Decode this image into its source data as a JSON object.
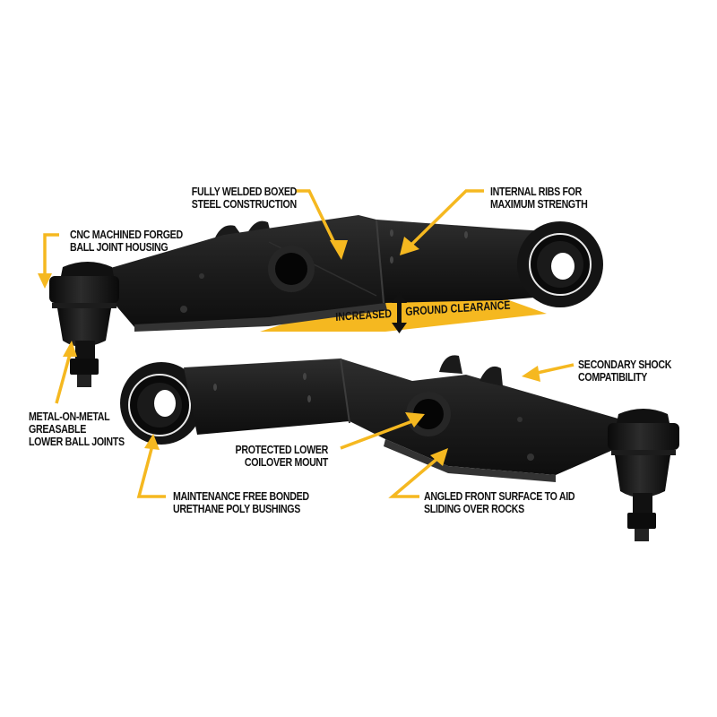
{
  "colors": {
    "accent_yellow": "#F5B820",
    "arm_black": "#1a1a1a",
    "arm_highlight": "#3a3a3a",
    "text": "#111111",
    "background": "#ffffff"
  },
  "callouts": [
    {
      "id": "fully-welded",
      "lines": [
        "FULLY WELDED BOXED",
        "STEEL CONSTRUCTION"
      ]
    },
    {
      "id": "internal-ribs",
      "lines": [
        "INTERNAL RIBS FOR",
        "MAXIMUM STRENGTH"
      ]
    },
    {
      "id": "cnc-machined",
      "lines": [
        "CNC MACHINED FORGED",
        "BALL JOINT HOUSING"
      ]
    },
    {
      "id": "secondary-shock",
      "lines": [
        "SECONDARY SHOCK",
        "COMPATIBILITY"
      ]
    },
    {
      "id": "metal-on-metal",
      "lines": [
        "METAL-ON-METAL",
        "GREASABLE",
        "LOWER BALL JOINTS"
      ]
    },
    {
      "id": "protected-coilover",
      "lines": [
        "PROTECTED LOWER",
        "COILOVER MOUNT"
      ]
    },
    {
      "id": "maintenance-free",
      "lines": [
        "MAINTENANCE FREE BONDED",
        "URETHANE POLY BUSHINGS"
      ]
    },
    {
      "id": "angled-front",
      "lines": [
        "ANGLED FRONT SURFACE TO AID",
        "SLIDING OVER ROCKS"
      ]
    }
  ],
  "ground_clearance": {
    "left": "INCREASED",
    "right": "GROUND CLEARANCE",
    "icon": "double-arrow-vertical"
  },
  "products": [
    {
      "name": "upper-control-arm-top",
      "orientation": "ball-joint-left"
    },
    {
      "name": "lower-control-arm-bottom",
      "orientation": "ball-joint-right"
    }
  ]
}
